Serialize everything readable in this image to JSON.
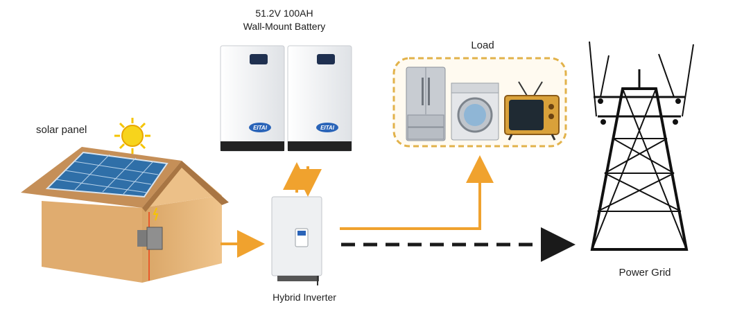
{
  "labels": {
    "battery_line1": "51.2V 100AH",
    "battery_line2": "Wall-Mount Battery",
    "solar_panel": "solar panel",
    "load": "Load",
    "inverter": "Hybrid Inverter",
    "power_grid": "Power Grid",
    "battery_brand": "EITAI"
  },
  "colors": {
    "arrow": "#f0a22e",
    "house_wall": "#e7b77b",
    "roof": "#c58f58",
    "solar_cell": "#2f6fa8",
    "sun": "#f5c400",
    "load_border": "#e2b24a",
    "grid_arrow": "#1a1a1a",
    "battery_body": "#f3f4f6",
    "battery_logo": "#2a64b8"
  }
}
